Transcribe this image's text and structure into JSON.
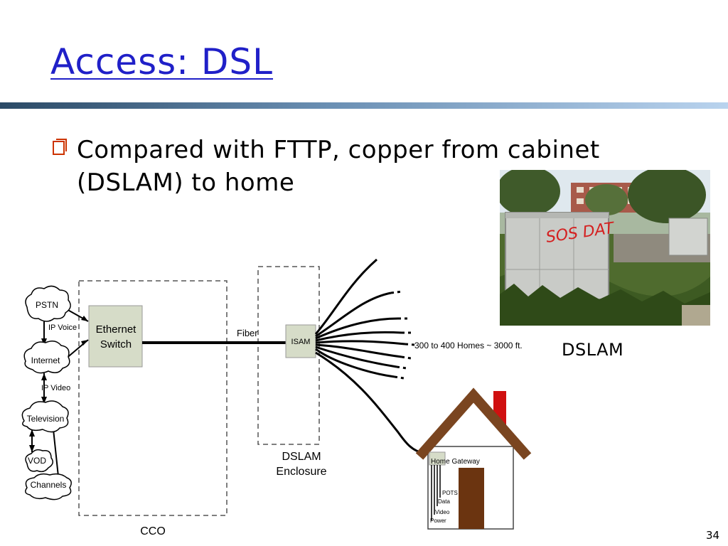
{
  "slide": {
    "title": "Access: DSL",
    "bullet": "Compared with FTTP, copper from cabinet (DSLAM) to home",
    "page_number": "34"
  },
  "photo": {
    "caption": "DSLAM",
    "graffiti_text": "SOS DAT"
  },
  "diagram": {
    "clouds": {
      "pstn": "PSTN",
      "internet": "Internet",
      "television": "Television",
      "vod": "VOD",
      "channels": "Channels"
    },
    "link_labels": {
      "ip_voice": "IP Voice",
      "ip_video": "IP Video",
      "fiber": "Fiber",
      "homes": "300 to 400 Homes ~ 3000 ft."
    },
    "ethernet_switch": [
      "Ethernet",
      "Switch"
    ],
    "isam": "ISAM",
    "dslam_enclosure": [
      "DSLAM",
      "Enclosure"
    ],
    "cco": "CCO",
    "home_gateway": "Home Gateway",
    "services": [
      "POTS",
      "Data",
      "Video",
      "Power"
    ],
    "colors": {
      "box_fill": "#d6dcc8",
      "roof": "#7a4520",
      "chimney": "#d01010",
      "door": "#6b3410"
    }
  }
}
